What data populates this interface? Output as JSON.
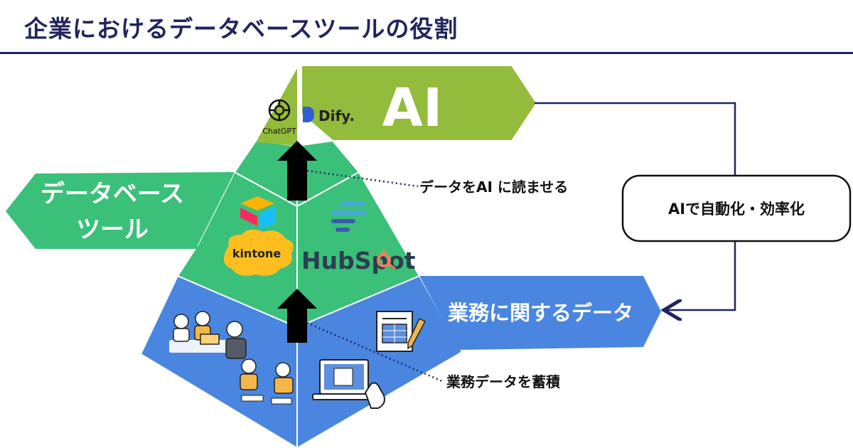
{
  "title": "企業におけるデータベースツールの役割",
  "tiers": {
    "ai": {
      "label": "AI",
      "logos": [
        {
          "name": "ChatGPT",
          "icon": "openai-logo-icon"
        },
        {
          "name": "Dify.",
          "icon": "dify-logo-icon"
        }
      ],
      "color": "#93bb3c"
    },
    "database": {
      "label_line1": "データベース",
      "label_line2": "ツール",
      "logos": [
        {
          "name": "airtable",
          "icon": "airtable-logo-icon"
        },
        {
          "name": "notion-stack",
          "icon": "stacked-bars-logo-icon"
        },
        {
          "name": "kintone",
          "icon": "kintone-logo-icon"
        },
        {
          "name": "HubSpot",
          "icon": "hubspot-logo-icon"
        }
      ],
      "color": "#3bc07a"
    },
    "business": {
      "label": "業務に関するデータ",
      "color": "#4a86e0"
    }
  },
  "annotations": {
    "top_arrow": "データをAI に読ませる",
    "bottom_arrow": "業務データを蓄積"
  },
  "feedback_box": "AIで自動化・効率化",
  "colors": {
    "navy": "#20255e",
    "ai_green": "#93bb3c",
    "db_green": "#3bc07a",
    "blue": "#4a86e0"
  }
}
